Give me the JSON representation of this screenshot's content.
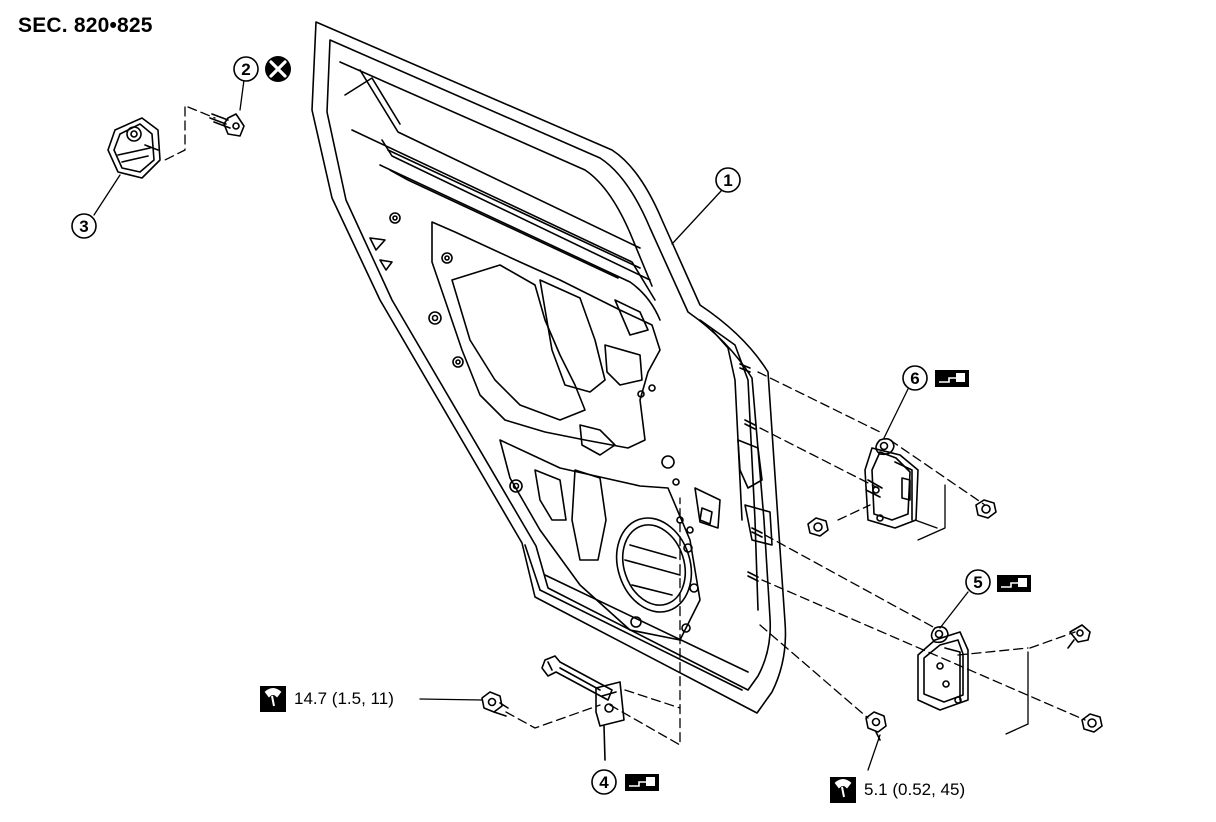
{
  "section_label": "SEC. 820•825",
  "callouts": [
    {
      "id": "1",
      "label": "1"
    },
    {
      "id": "2",
      "label": "2"
    },
    {
      "id": "3",
      "label": "3"
    },
    {
      "id": "4",
      "label": "4"
    },
    {
      "id": "5",
      "label": "5"
    },
    {
      "id": "6",
      "label": "6"
    }
  ],
  "torques": [
    {
      "id": "upper",
      "value": "14.7 (1.5, 11)"
    },
    {
      "id": "lower",
      "value": "5.1 (0.52, 45)"
    }
  ],
  "icons": {
    "do_not_reuse": "x-circle-icon",
    "grease": "grease-applicator-icon",
    "torque": "torque-wrench-icon"
  }
}
